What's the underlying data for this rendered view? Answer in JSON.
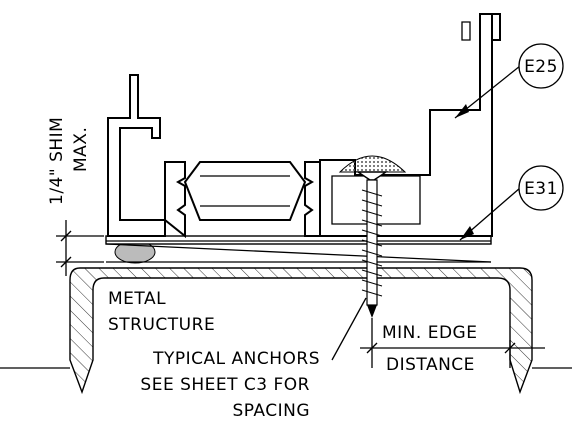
{
  "callouts": [
    {
      "id": "e25",
      "text": "E25"
    },
    {
      "id": "e31",
      "text": "E31"
    }
  ],
  "labels": {
    "shim_line1": "1/4\" SHIM",
    "shim_line2": "MAX.",
    "metal_line1": "METAL",
    "metal_line2": "STRUCTURE",
    "anchors_line1": "TYPICAL ANCHORS",
    "anchors_line2": "SEE SHEET C3 FOR",
    "anchors_line3": "SPACING",
    "edge_line1": "MIN. EDGE",
    "edge_line2": "DISTANCE"
  }
}
